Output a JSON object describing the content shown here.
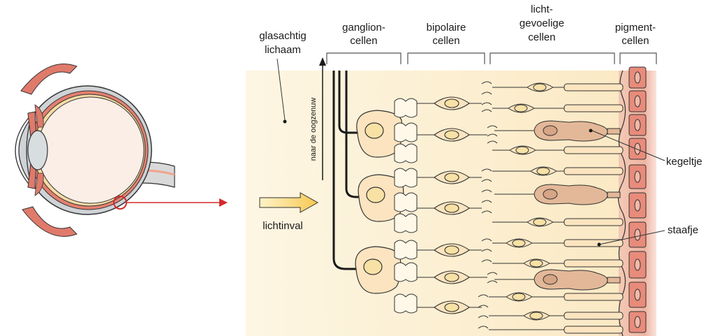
{
  "labels": {
    "vitreous_l1": "glasachtig",
    "vitreous_l2": "lichaam",
    "ganglion_l1": "ganglion-",
    "ganglion_l2": "cellen",
    "bipolar_l1": "bipolaire",
    "bipolar_l2": "cellen",
    "photo_l1": "licht-",
    "photo_l2": "gevoelige",
    "photo_l3": "cellen",
    "pigment_l1": "pigment-",
    "pigment_l2": "cellen",
    "optic_nerve": "naar de oogzenuw",
    "light_in": "lichtinval",
    "cone": "kegeltje",
    "rod": "staafje"
  },
  "colors": {
    "vitreous": "#fdf3d9",
    "cell_fill": "#fbe7c2",
    "nucleus": "#f7e3a6",
    "cone_fill": "#e2b89a",
    "pigment_band": "#f2c6b6",
    "pigment_cell": "#e8897a",
    "accent_red": "#d42a2a",
    "light_arrow": "#f6d46a"
  }
}
